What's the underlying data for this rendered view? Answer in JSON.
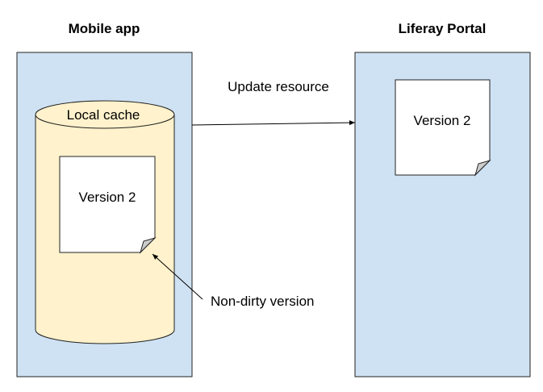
{
  "diagram": {
    "mobile_app": {
      "title": "Mobile app",
      "cache_label": "Local cache",
      "document_label": "Version 2"
    },
    "portal": {
      "title": "Liferay Portal",
      "document_label": "Version 2"
    },
    "arrows": {
      "update_label": "Update resource",
      "non_dirty_label": "Non-dirty version"
    }
  },
  "colors": {
    "panel_fill": "#cfe2f3",
    "panel_stroke": "#222222",
    "cylinder_fill": "#fff2cc",
    "document_fill": "#ffffff",
    "fold_fill": "#cccccc",
    "line": "#000000"
  }
}
